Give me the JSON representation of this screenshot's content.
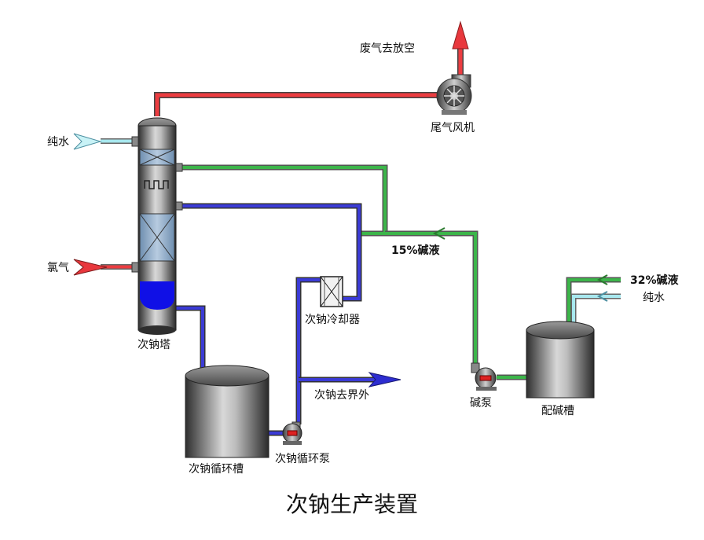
{
  "title": "次钠生产装置",
  "labels": {
    "exhaust_vent": "废气去放空",
    "tail_fan": "尾气风机",
    "pure_water_left": "纯水",
    "chlorine": "氯气",
    "tower": "次钠塔",
    "cooler": "次钠冷却器",
    "to_outside": "次钠去界外",
    "circ_tank": "次钠循环槽",
    "circ_pump": "次钠循环泵",
    "lye_15": "15%碱液",
    "lye_32": "32%碱液",
    "pure_water_right": "纯水",
    "lye_pump": "碱泵",
    "lye_tank": "配碱槽"
  },
  "colors": {
    "red_pipe": "#e8383d",
    "green_pipe": "#3cb54a",
    "blue_pipe": "#3b3bd6",
    "cyan_pipe": "#a8e8ef",
    "vessel_dark": "#3a3a3a",
    "vessel_light": "#d6d6d6"
  }
}
